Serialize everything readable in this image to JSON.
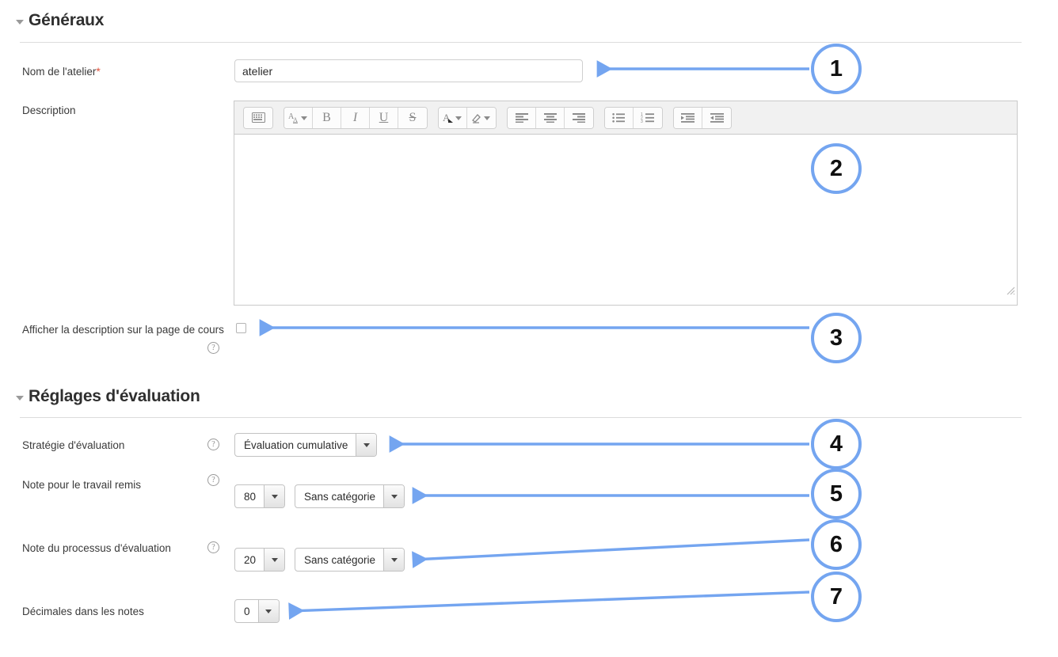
{
  "sections": [
    {
      "id": "generaux",
      "title": "Généraux"
    },
    {
      "id": "evaluation",
      "title": "Réglages d'évaluation"
    }
  ],
  "fields": {
    "workshop_name": {
      "label": "Nom de l'atelier",
      "required_marker": "*",
      "value": "atelier",
      "placeholder": ""
    },
    "description": {
      "label": "Description",
      "value": "",
      "placeholder": ""
    },
    "show_description": {
      "label": "Afficher la description sur la page de cours",
      "checked": false,
      "help": "?"
    },
    "grading_strategy": {
      "label": "Stratégie d'évaluation",
      "help": "?",
      "value": "Évaluation cumulative"
    },
    "submission_grade": {
      "label": "Note pour le travail remis",
      "help": "?",
      "value": "80",
      "category": "Sans catégorie"
    },
    "assessment_grade": {
      "label": "Note du processus d'évaluation",
      "help": "?",
      "value": "20",
      "category": "Sans catégorie"
    },
    "grade_decimals": {
      "label": "Décimales dans les notes",
      "value": "0"
    }
  },
  "editor_toolbar": {
    "groups": [
      {
        "buttons": [
          {
            "icon": "keyboard-icon",
            "label": ""
          }
        ]
      },
      {
        "buttons": [
          {
            "icon": "font-size-icon",
            "label": ""
          },
          {
            "icon": "bold-icon",
            "label": "B"
          },
          {
            "icon": "italic-icon",
            "label": "I"
          },
          {
            "icon": "underline-icon",
            "label": "U"
          },
          {
            "icon": "strikethrough-icon",
            "label": "S"
          }
        ]
      },
      {
        "buttons": [
          {
            "icon": "font-color-icon",
            "label": ""
          },
          {
            "icon": "highlight-color-icon",
            "label": ""
          }
        ]
      },
      {
        "buttons": [
          {
            "icon": "align-left-icon",
            "label": ""
          },
          {
            "icon": "align-center-icon",
            "label": ""
          },
          {
            "icon": "align-right-icon",
            "label": ""
          }
        ]
      },
      {
        "buttons": [
          {
            "icon": "bullet-list-icon",
            "label": ""
          },
          {
            "icon": "numbered-list-icon",
            "label": ""
          }
        ]
      },
      {
        "buttons": [
          {
            "icon": "indent-icon",
            "label": ""
          },
          {
            "icon": "outdent-icon",
            "label": ""
          }
        ]
      }
    ]
  },
  "callouts": [
    {
      "number": "1"
    },
    {
      "number": "2"
    },
    {
      "number": "3"
    },
    {
      "number": "4"
    },
    {
      "number": "5"
    },
    {
      "number": "6"
    },
    {
      "number": "7"
    }
  ],
  "colors": {
    "callout_blue": "#74a5f0",
    "arrow_blue": "#74a5f0",
    "required_star": "#e0513c",
    "heading_text": "#2f2f2f",
    "label_text": "#3a3a3a"
  }
}
